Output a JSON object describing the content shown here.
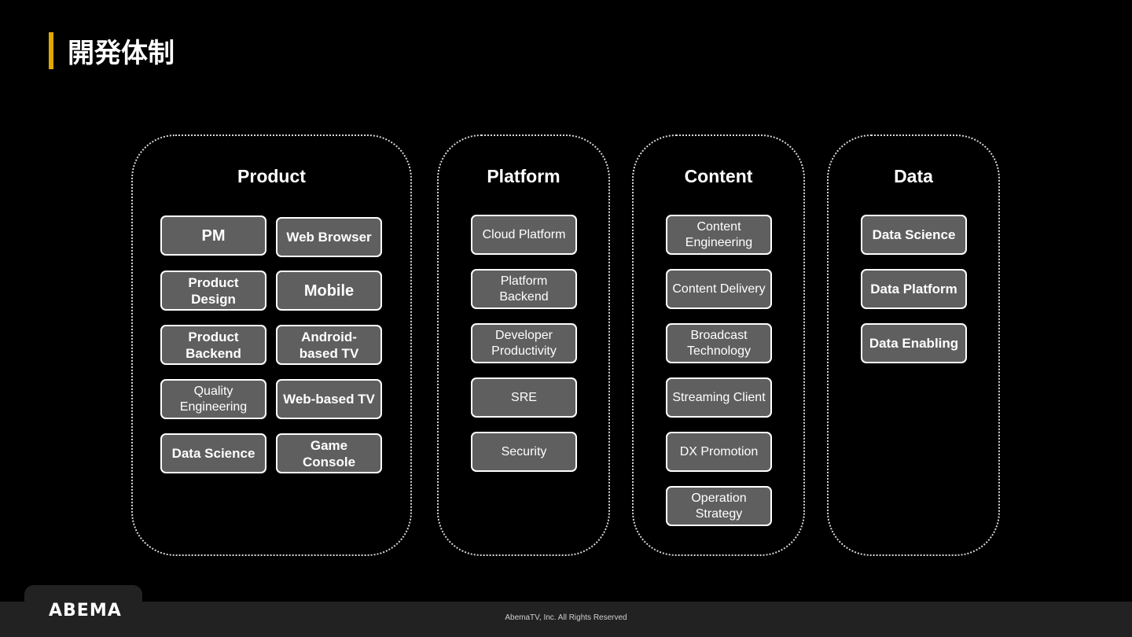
{
  "page_title": "開発体制",
  "accent_color": "#e0a800",
  "groups": {
    "product": {
      "title": "Product",
      "items": [
        "PM",
        "Web Browser",
        "Product Design",
        "Mobile",
        "Product Backend",
        "Android-based TV",
        "Quality Engineering",
        "Web-based TV",
        "Data Science",
        "Game Console"
      ]
    },
    "platform": {
      "title": "Platform",
      "items": [
        "Cloud Platform",
        "Platform Backend",
        "Developer Productivity",
        "SRE",
        "Security"
      ]
    },
    "content": {
      "title": "Content",
      "items": [
        "Content Engineering",
        "Content Delivery",
        "Broadcast Technology",
        "Streaming Client",
        "DX Promotion",
        "Operation Strategy"
      ]
    },
    "data": {
      "title": "Data",
      "items": [
        "Data Science",
        "Data Platform",
        "Data Enabling"
      ]
    }
  },
  "footer": {
    "logo": "ABEMA",
    "copyright": "AbemaTV, Inc. All Rights Reserved"
  }
}
